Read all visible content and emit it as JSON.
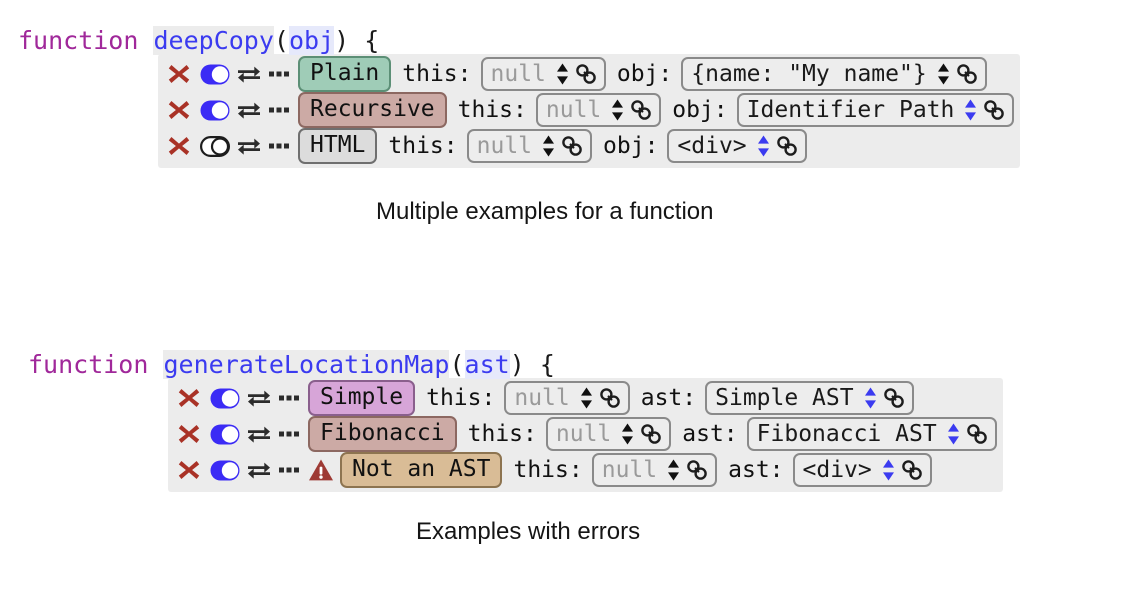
{
  "blocks": [
    {
      "signature": {
        "keyword": "function",
        "name": "deepCopy",
        "open_paren": "(",
        "param": "obj",
        "close_paren": ")",
        "brace": "{"
      },
      "caption": "Multiple examples for a function",
      "rows": [
        {
          "delete_icon": "x-icon",
          "toggle_icon": "toggle-on-icon",
          "toggle_state": "on",
          "swap_icon": "swap-icon",
          "more_icon": "more-dots-icon",
          "warning_icon": null,
          "chip_label": "Plain",
          "chip_color": "green",
          "fields": [
            {
              "label": "this:",
              "value": "null",
              "muted": true,
              "spinner_color": "black",
              "chain_icon": "chain-icon"
            },
            {
              "label": "obj:",
              "value": "{name: \"My name\"}",
              "muted": false,
              "spinner_color": "black",
              "chain_icon": "chain-icon"
            }
          ]
        },
        {
          "delete_icon": "x-icon",
          "toggle_icon": "toggle-on-icon",
          "toggle_state": "on",
          "swap_icon": "swap-icon",
          "more_icon": "more-dots-icon",
          "warning_icon": null,
          "chip_label": "Recursive",
          "chip_color": "rose",
          "fields": [
            {
              "label": "this:",
              "value": "null",
              "muted": true,
              "spinner_color": "black",
              "chain_icon": "chain-icon"
            },
            {
              "label": "obj:",
              "value": "Identifier Path",
              "muted": false,
              "spinner_color": "blue",
              "chain_icon": "chain-icon"
            }
          ]
        },
        {
          "delete_icon": "x-icon",
          "toggle_icon": "toggle-off-icon",
          "toggle_state": "off",
          "swap_icon": "swap-icon",
          "more_icon": "more-dots-icon",
          "warning_icon": null,
          "chip_label": "HTML",
          "chip_color": "gray",
          "fields": [
            {
              "label": "this:",
              "value": "null",
              "muted": true,
              "spinner_color": "black",
              "chain_icon": "chain-icon"
            },
            {
              "label": "obj:",
              "value": "<div>",
              "muted": false,
              "spinner_color": "blue",
              "chain_icon": "chain-icon"
            }
          ]
        }
      ]
    },
    {
      "signature": {
        "keyword": "function",
        "name": "generateLocationMap",
        "open_paren": "(",
        "param": "ast",
        "close_paren": ")",
        "brace": "{"
      },
      "caption": "Examples with errors",
      "rows": [
        {
          "delete_icon": "x-icon",
          "toggle_icon": "toggle-on-icon",
          "toggle_state": "on",
          "swap_icon": "swap-icon",
          "more_icon": "more-dots-icon",
          "warning_icon": null,
          "chip_label": "Simple",
          "chip_color": "purple",
          "fields": [
            {
              "label": "this:",
              "value": "null",
              "muted": true,
              "spinner_color": "black",
              "chain_icon": "chain-icon"
            },
            {
              "label": "ast:",
              "value": "Simple AST",
              "muted": false,
              "spinner_color": "blue",
              "chain_icon": "chain-icon"
            }
          ]
        },
        {
          "delete_icon": "x-icon",
          "toggle_icon": "toggle-on-icon",
          "toggle_state": "on",
          "swap_icon": "swap-icon",
          "more_icon": "more-dots-icon",
          "warning_icon": null,
          "chip_label": "Fibonacci",
          "chip_color": "rose",
          "fields": [
            {
              "label": "this:",
              "value": "null",
              "muted": true,
              "spinner_color": "black",
              "chain_icon": "chain-icon"
            },
            {
              "label": "ast:",
              "value": "Fibonacci AST",
              "muted": false,
              "spinner_color": "blue",
              "chain_icon": "chain-icon"
            }
          ]
        },
        {
          "delete_icon": "x-icon",
          "toggle_icon": "toggle-on-icon",
          "toggle_state": "on",
          "swap_icon": "swap-icon",
          "more_icon": "more-dots-icon",
          "warning_icon": "warning-triangle-icon",
          "chip_label": "Not an AST",
          "chip_color": "tan",
          "fields": [
            {
              "label": "this:",
              "value": "null",
              "muted": true,
              "spinner_color": "black",
              "chain_icon": "chain-icon"
            },
            {
              "label": "ast:",
              "value": "<div>",
              "muted": false,
              "spinner_color": "blue",
              "chain_icon": "chain-icon"
            }
          ]
        }
      ]
    }
  ],
  "colors": {
    "keyword": "#a0289a",
    "function_name": "#3b3bf0",
    "parameter": "#3b3bf0",
    "delete_x": "#a93226",
    "toggle_on": "#3b2bf5",
    "warning": "#9e3a34",
    "spinner_blue": "#3b3bf0",
    "row_background": "#ececec",
    "field_background": "#ededed"
  }
}
